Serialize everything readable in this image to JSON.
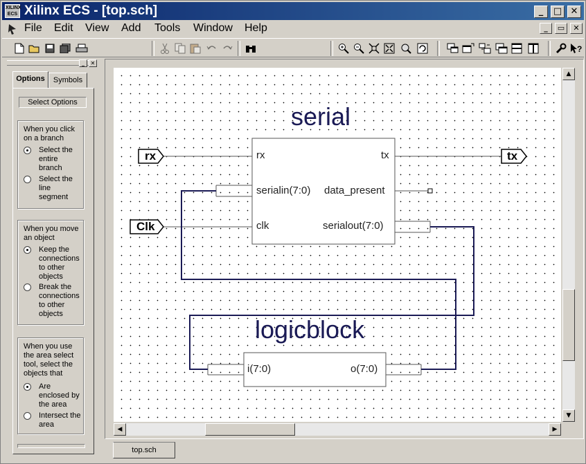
{
  "window": {
    "app_icon_text": "XILINX ECS",
    "title": "Xilinx ECS - [top.sch]",
    "caption_buttons": [
      "_",
      "□",
      "✕"
    ],
    "mdi_buttons": [
      "_",
      "▭",
      "✕"
    ]
  },
  "menu": [
    "File",
    "Edit",
    "View",
    "Add",
    "Tools",
    "Window",
    "Help"
  ],
  "toolbar": {
    "file_tools": [
      "new-file-icon",
      "open-folder-icon",
      "save-icon",
      "save-all-icon",
      "print-icon"
    ],
    "edit_tools": [
      "cut-icon",
      "copy-icon",
      "paste-icon",
      "undo-icon",
      "redo-icon"
    ],
    "find_tool": "binoculars-icon",
    "zoom_tools": [
      "zoom-in-icon",
      "zoom-out-icon",
      "zoom-full-icon",
      "zoom-fit-icon",
      "zoom-selection-icon",
      "refresh-icon"
    ],
    "view_tools": [
      "cascade-icon",
      "tile-icon",
      "arrange-icon",
      "window-list-icon",
      "horizontal-split-icon",
      "vertical-split-icon"
    ],
    "help_tools": [
      "wrench-icon",
      "whats-this-icon"
    ]
  },
  "panel": {
    "tabs": [
      "Options",
      "Symbols"
    ],
    "active_tab": "Options",
    "header": "Select Options",
    "groups": [
      {
        "question": "When you click on a branch",
        "options": [
          {
            "label": "Select the entire branch",
            "selected": true
          },
          {
            "label": "Select the line segment",
            "selected": false
          }
        ]
      },
      {
        "question": "When you move an object",
        "options": [
          {
            "label": "Keep the connections to other objects",
            "selected": true
          },
          {
            "label": "Break the connections to other objects",
            "selected": false
          }
        ]
      },
      {
        "question": "When you use the area select tool, select the objects that",
        "options": [
          {
            "label": "Are enclosed by the area",
            "selected": true
          },
          {
            "label": "Intersect the area",
            "selected": false
          }
        ]
      }
    ]
  },
  "schematic": {
    "serial": {
      "name": "serial",
      "pins_left": [
        "rx",
        "serialin(7:0)",
        "clk"
      ],
      "pins_right": [
        "tx",
        "data_present",
        "serialout(7:0)"
      ]
    },
    "logicblock": {
      "name": "logicblock",
      "pin_left": "i(7:0)",
      "pin_right": "o(7:0)"
    },
    "ports": {
      "rx": "rx",
      "tx": "tx",
      "clk": "Clk"
    }
  },
  "document_tab": "top.sch"
}
